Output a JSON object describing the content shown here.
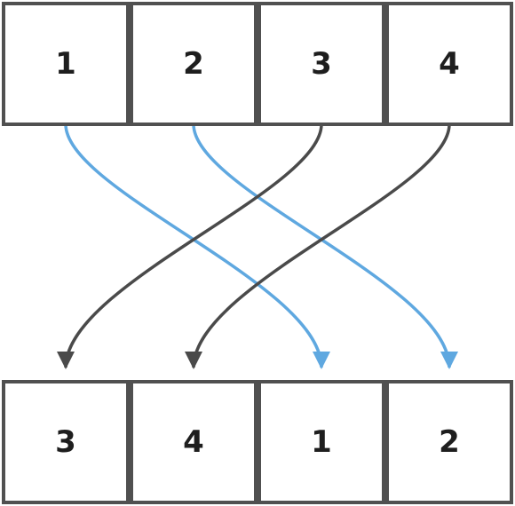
{
  "top_row": {
    "cells": [
      {
        "label": "1"
      },
      {
        "label": "2"
      },
      {
        "label": "3"
      },
      {
        "label": "4"
      }
    ]
  },
  "bottom_row": {
    "cells": [
      {
        "label": "3"
      },
      {
        "label": "4"
      },
      {
        "label": "1"
      },
      {
        "label": "2"
      }
    ]
  },
  "arrows": [
    {
      "from_top_index": 0,
      "to_bottom_index": 2,
      "color": "#5fa8e0"
    },
    {
      "from_top_index": 1,
      "to_bottom_index": 3,
      "color": "#5fa8e0"
    },
    {
      "from_top_index": 2,
      "to_bottom_index": 0,
      "color": "#4a4a4a"
    },
    {
      "from_top_index": 3,
      "to_bottom_index": 1,
      "color": "#4a4a4a"
    }
  ],
  "colors": {
    "box_border": "#505050",
    "label_text": "#1e1e1e",
    "blue_arrow": "#5fa8e0",
    "dark_arrow": "#4a4a4a"
  }
}
